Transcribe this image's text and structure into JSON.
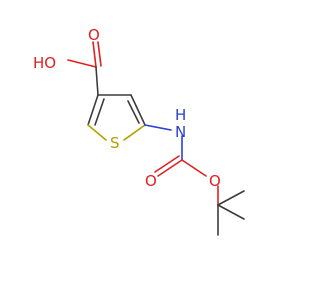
{
  "molecule": {
    "atom_labels": {
      "carboxyl_oh": "HO",
      "carboxyl_o": "O",
      "ring_s": "S",
      "amide_n": "N",
      "amide_h": "H",
      "carbamate_o_double": "O",
      "carbamate_o_ester": "O"
    }
  },
  "colors": {
    "carbon_bond": "#3c3c3c",
    "oxygen": "#e02020",
    "sulfur": "#b3a000",
    "nitrogen": "#2a3fd6"
  }
}
